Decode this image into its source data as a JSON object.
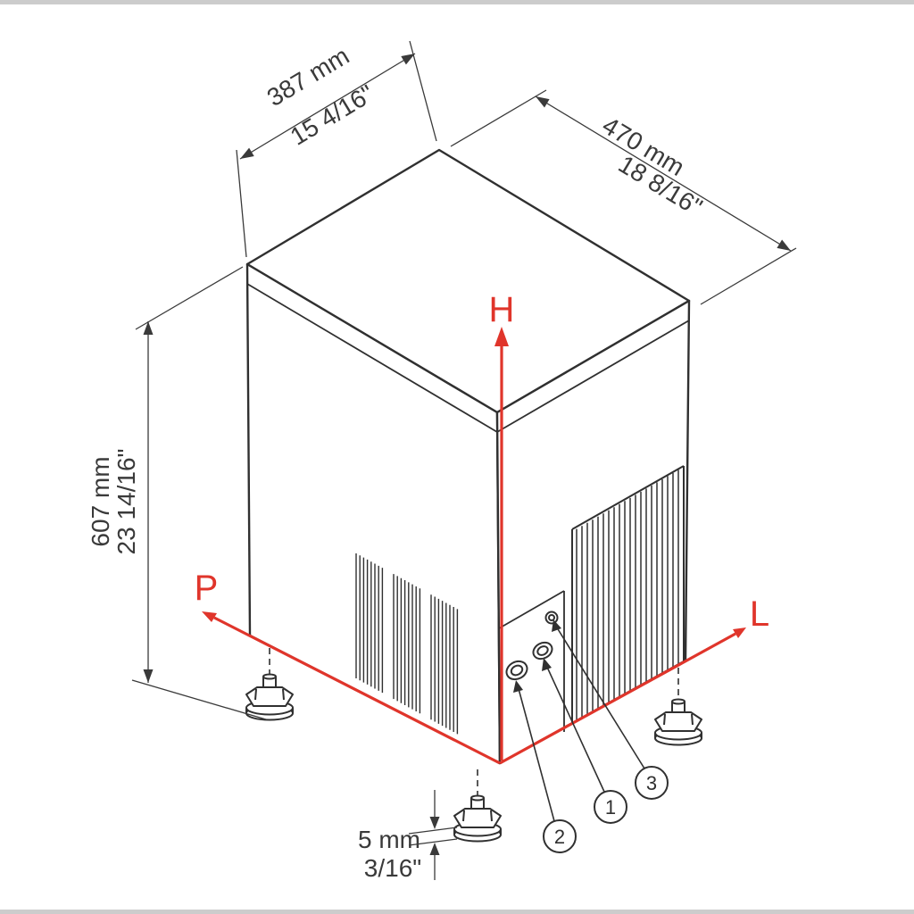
{
  "diagram": {
    "kind": "isometric dimensional drawing of ice maker unit",
    "dimensions": {
      "depth": {
        "metric": "387 mm",
        "imperial": "15 4/16\""
      },
      "width": {
        "metric": "470 mm",
        "imperial": "18 8/16\""
      },
      "height": {
        "metric": "607 mm",
        "imperial": "23 14/16\""
      },
      "foot": {
        "metric": "5 mm",
        "imperial": "3/16\""
      }
    },
    "axes": {
      "height": "H",
      "depth": "P",
      "length": "L"
    },
    "callouts": [
      {
        "label": "1"
      },
      {
        "label": "2"
      },
      {
        "label": "3"
      }
    ],
    "colors": {
      "line": "#303030",
      "accent": "#e0352b",
      "background": "#ffffff"
    }
  }
}
